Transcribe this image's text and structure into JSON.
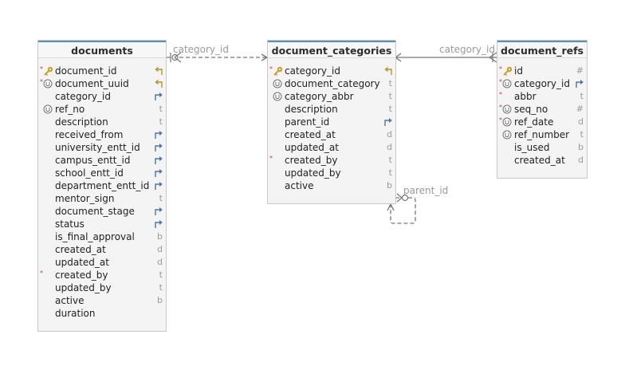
{
  "relations": {
    "documents_to_categories": "category_id",
    "refs_to_categories": "category_id",
    "categories_self": "parent_id"
  },
  "tables": {
    "documents": {
      "title": "documents",
      "columns": [
        {
          "name": "document_id",
          "type": "",
          "icons": [
            "required",
            "key"
          ],
          "fk": "key"
        },
        {
          "name": "document_uuid",
          "type": "",
          "icons": [
            "required",
            "unique"
          ],
          "fk": "key"
        },
        {
          "name": "category_id",
          "type": "",
          "icons": [],
          "fk": "ref"
        },
        {
          "name": "ref_no",
          "type": "t",
          "icons": [
            "unique"
          ],
          "fk": ""
        },
        {
          "name": "description",
          "type": "t",
          "icons": [],
          "fk": ""
        },
        {
          "name": "received_from",
          "type": "",
          "icons": [],
          "fk": "ref"
        },
        {
          "name": "university_entt_id",
          "type": "",
          "icons": [],
          "fk": "ref"
        },
        {
          "name": "campus_entt_id",
          "type": "",
          "icons": [],
          "fk": "ref"
        },
        {
          "name": "school_entt_id",
          "type": "",
          "icons": [],
          "fk": "ref"
        },
        {
          "name": "department_entt_id",
          "type": "",
          "icons": [],
          "fk": "ref"
        },
        {
          "name": "mentor_sign",
          "type": "t",
          "icons": [],
          "fk": ""
        },
        {
          "name": "document_stage",
          "type": "",
          "icons": [],
          "fk": "ref"
        },
        {
          "name": "status",
          "type": "",
          "icons": [],
          "fk": "ref"
        },
        {
          "name": "is_final_approval",
          "type": "b",
          "icons": [],
          "fk": ""
        },
        {
          "name": "created_at",
          "type": "d",
          "icons": [],
          "fk": ""
        },
        {
          "name": "updated_at",
          "type": "d",
          "icons": [],
          "fk": ""
        },
        {
          "name": "created_by",
          "type": "t",
          "icons": [
            "required"
          ],
          "fk": ""
        },
        {
          "name": "updated_by",
          "type": "t",
          "icons": [],
          "fk": ""
        },
        {
          "name": "active",
          "type": "b",
          "icons": [],
          "fk": ""
        },
        {
          "name": "duration",
          "type": "",
          "icons": [],
          "fk": ""
        }
      ]
    },
    "document_categories": {
      "title": "document_categories",
      "columns": [
        {
          "name": "category_id",
          "type": "",
          "icons": [
            "required",
            "key"
          ],
          "fk": "key"
        },
        {
          "name": "document_category",
          "type": "t",
          "icons": [
            "unique"
          ],
          "fk": ""
        },
        {
          "name": "category_abbr",
          "type": "t",
          "icons": [
            "unique"
          ],
          "fk": ""
        },
        {
          "name": "description",
          "type": "t",
          "icons": [],
          "fk": ""
        },
        {
          "name": "parent_id",
          "type": "",
          "icons": [],
          "fk": "ref"
        },
        {
          "name": "created_at",
          "type": "d",
          "icons": [],
          "fk": ""
        },
        {
          "name": "updated_at",
          "type": "d",
          "icons": [],
          "fk": ""
        },
        {
          "name": "created_by",
          "type": "t",
          "icons": [
            "required"
          ],
          "fk": ""
        },
        {
          "name": "updated_by",
          "type": "t",
          "icons": [],
          "fk": ""
        },
        {
          "name": "active",
          "type": "b",
          "icons": [],
          "fk": ""
        }
      ]
    },
    "document_refs": {
      "title": "document_refs",
      "columns": [
        {
          "name": "id",
          "type": "#",
          "icons": [
            "required",
            "key"
          ],
          "fk": ""
        },
        {
          "name": "category_id",
          "type": "",
          "icons": [
            "required",
            "unique"
          ],
          "fk": "ref"
        },
        {
          "name": "abbr",
          "type": "t",
          "icons": [
            "required"
          ],
          "fk": ""
        },
        {
          "name": "seq_no",
          "type": "#",
          "icons": [
            "required",
            "unique"
          ],
          "fk": ""
        },
        {
          "name": "ref_date",
          "type": "d",
          "icons": [
            "required",
            "unique"
          ],
          "fk": ""
        },
        {
          "name": "ref_number",
          "type": "t",
          "icons": [
            "unique"
          ],
          "fk": ""
        },
        {
          "name": "is_used",
          "type": "b",
          "icons": [],
          "fk": ""
        },
        {
          "name": "created_at",
          "type": "d",
          "icons": [],
          "fk": ""
        }
      ]
    }
  },
  "colors": {
    "header_accent": "#5b8fc7",
    "key": "#c9a227",
    "fk_arrow": "#4a78a8",
    "type": "#9a9a9a",
    "required": "#d04040"
  }
}
